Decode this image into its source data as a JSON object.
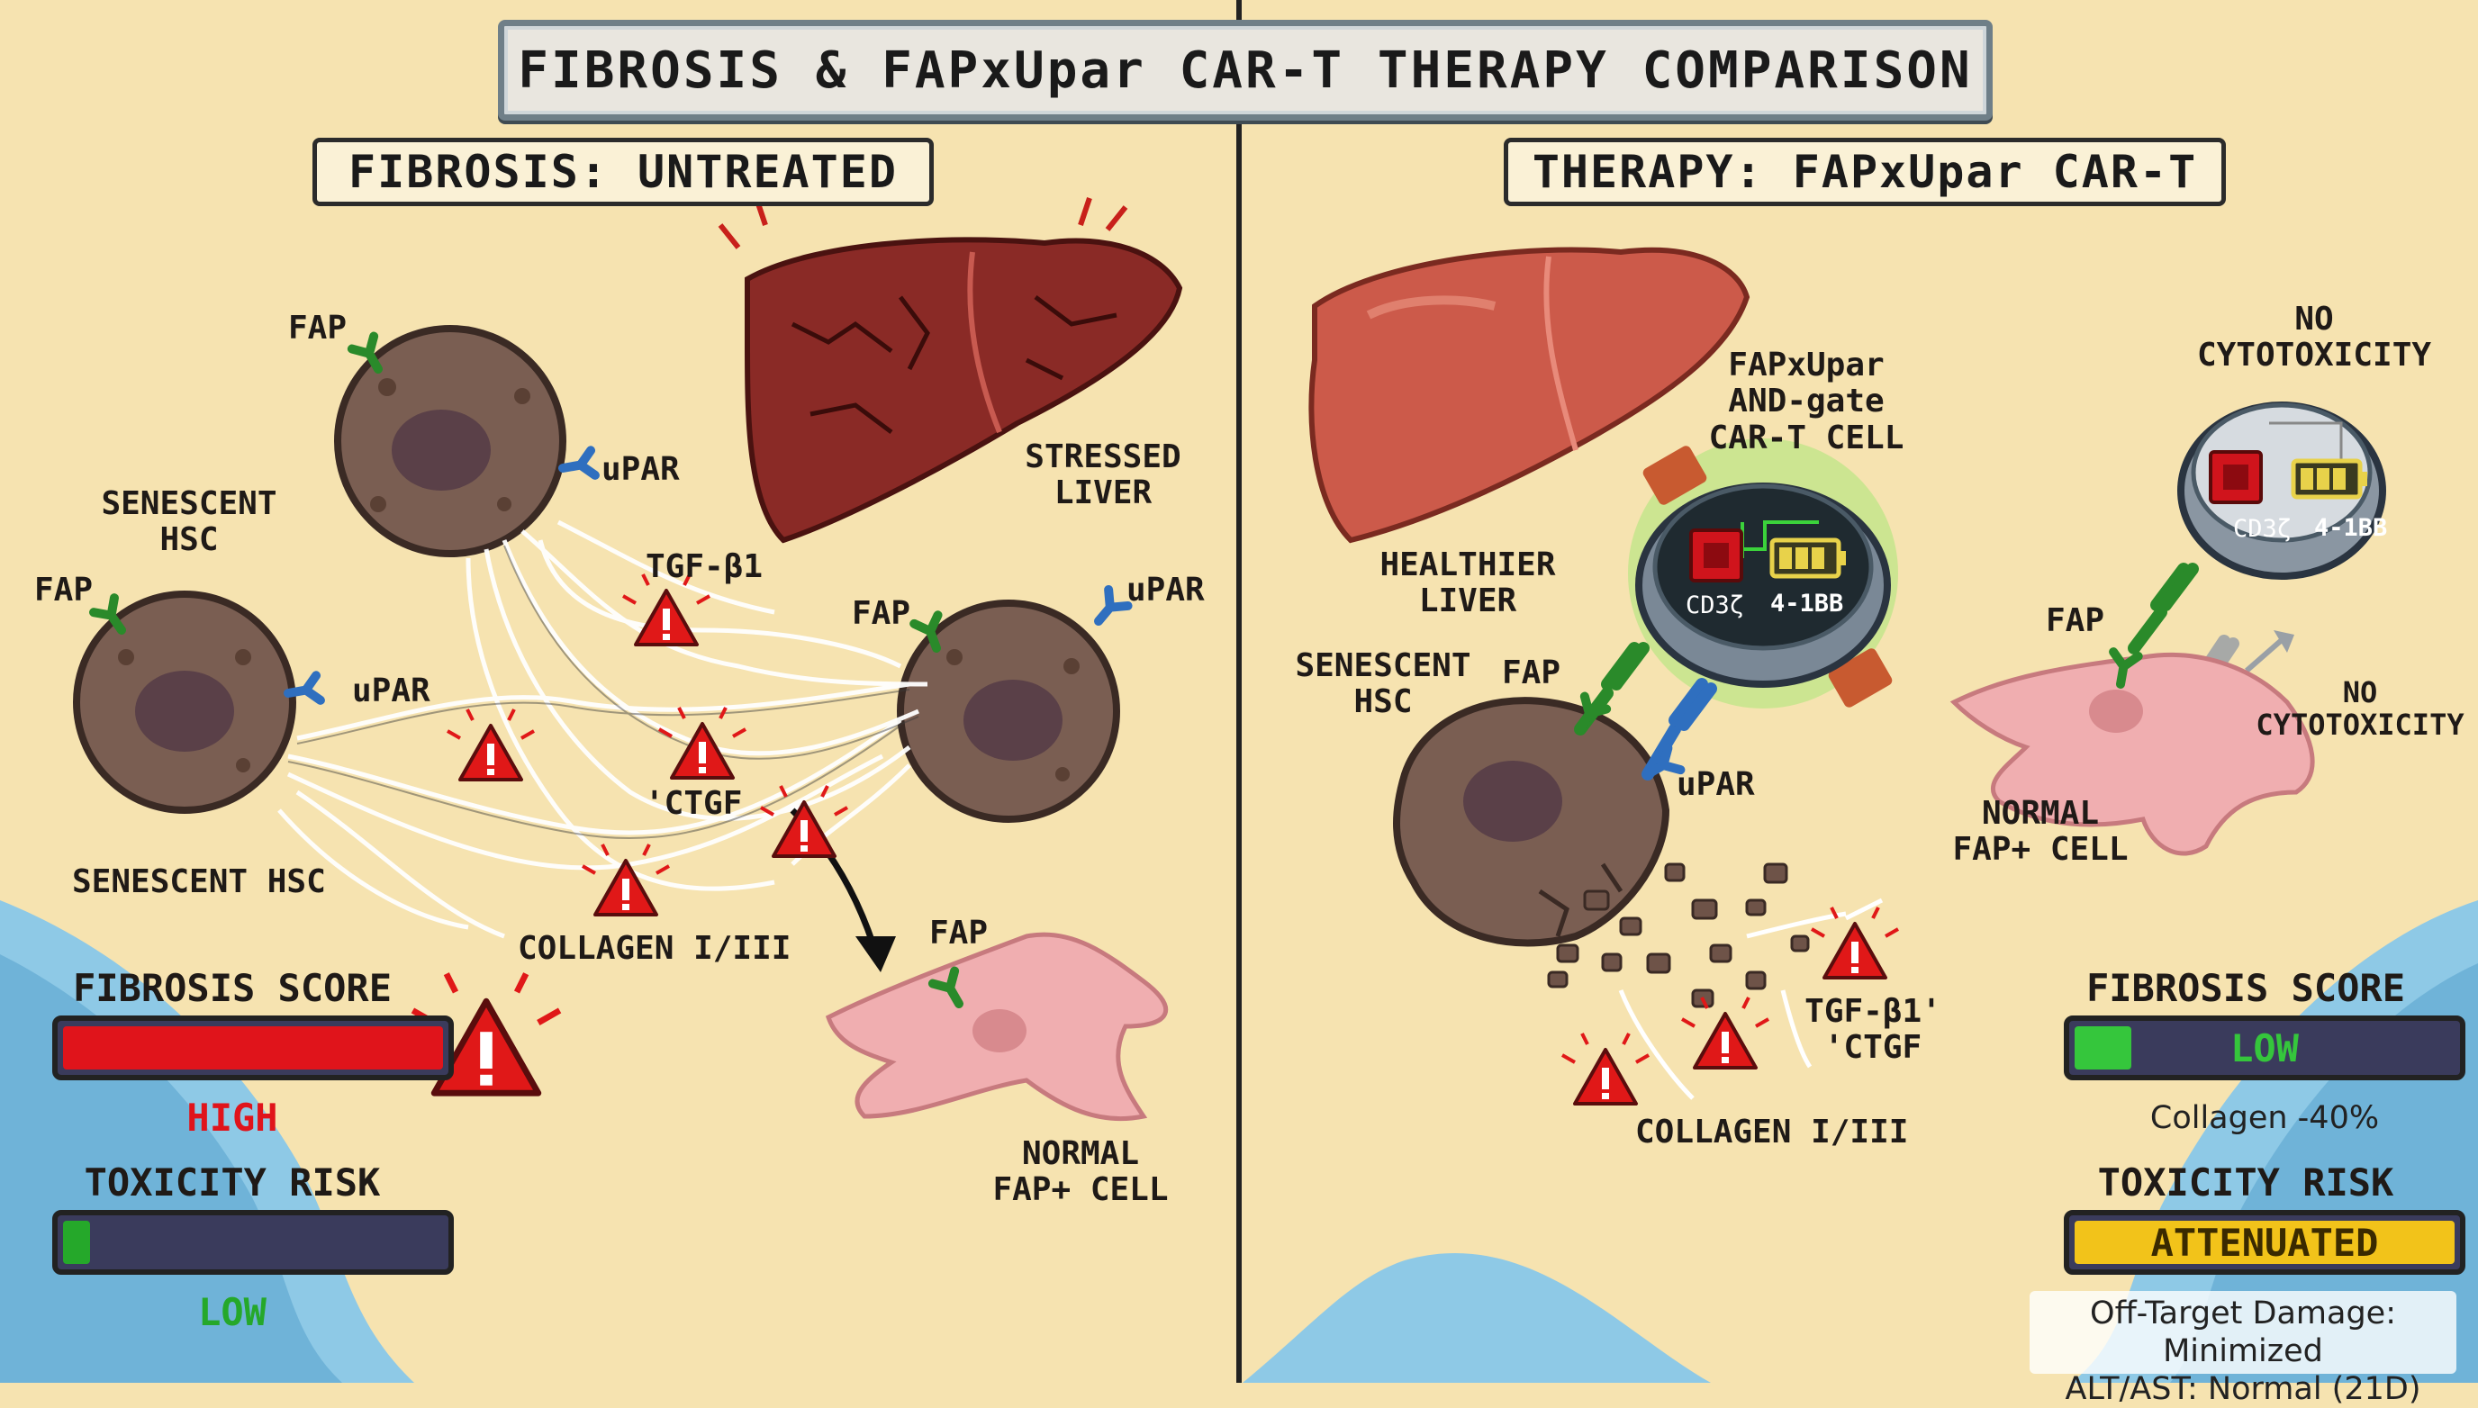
{
  "title": "FIBROSIS & FAPxUpar CAR-T THERAPY COMPARISON",
  "left": {
    "heading": "FIBROSIS: UNTREATED",
    "labels": {
      "fap_a": "FAP",
      "upar_a": "uPAR",
      "senescent_hsc_top": "SENESCENT\nHSC",
      "fap_b": "FAP",
      "upar_b": "uPAR",
      "senescent_hsc_bottom": "SENESCENT HSC",
      "tgf": "TGF-β1",
      "ctgf": "'CTGF",
      "fap_c": "FAP",
      "upar_c": "uPAR",
      "collagen": "COLLAGEN I/III",
      "stressed_liver": "STRESSED\nLIVER",
      "fap_normal": "FAP",
      "normal_cell": "NORMAL\nFAP+ CELL"
    },
    "fibrosis": {
      "label": "FIBROSIS SCORE",
      "level": 1.0,
      "value": "HIGH",
      "color": "#e0141b"
    },
    "toxicity": {
      "label": "TOXICITY RISK",
      "level": 0.07,
      "value": "LOW",
      "color": "#25a82a"
    }
  },
  "right": {
    "heading": "THERAPY: FAPxUpar CAR-T",
    "labels": {
      "healthier_liver": "HEALTHIER\nLIVER",
      "cart_cell": "FAPxUpar\nAND-gate\nCAR-T CELL",
      "cd3z_a": "CD3ζ",
      "bb_a": "4-1BB",
      "senescent_hsc": "SENESCENT\nHSC",
      "fap_a": "FAP",
      "upar": "uPAR",
      "no_cyto_top": "NO\nCYTOTOXICITY",
      "cd3z_b": "CD3ζ",
      "bb_b": "4-1BB",
      "fap_b": "FAP",
      "no_cyto_side": "NO\nCYTOTOXICITY",
      "normal_cell": "NORMAL\nFAP+ CELL",
      "tgf_ctgf": "TGF-β1'\n'CTGF",
      "collagen": "COLLAGEN I/III"
    },
    "fibrosis": {
      "label": "FIBROSIS SCORE",
      "level": 0.15,
      "value": "LOW",
      "color": "#35c63c",
      "note": "Collagen -40%"
    },
    "toxicity": {
      "label": "TOXICITY RISK",
      "level": 1.0,
      "value": "ATTENUATED",
      "color": "#f2c31a"
    },
    "footer": {
      "line1": "Off-Target Damage: Minimized",
      "line2": "ALT/AST: Normal (21D)"
    }
  },
  "colors": {
    "sand": "#f6e3b0",
    "sea": "#8ec9e6",
    "cell": "#7a5e52",
    "liver_stressed": "#8a2a26",
    "liver_healthy": "#cc5a4a",
    "fap_receptor": "#3aa63a",
    "upar_receptor": "#2f7fd0",
    "normal_cell": "#f0aeb0"
  },
  "icons": [
    "warning-icon",
    "cpu-chip-icon",
    "battery-icon"
  ]
}
